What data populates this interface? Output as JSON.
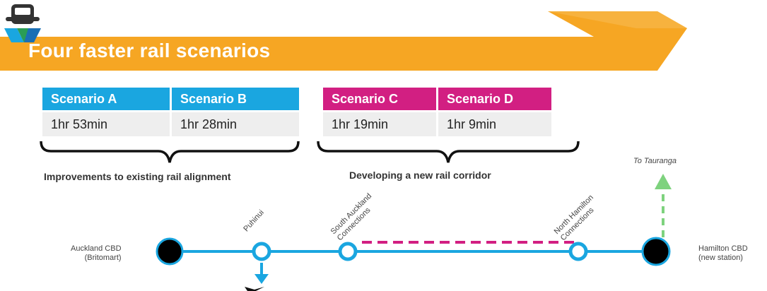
{
  "title": "Four faster rail scenarios",
  "logo_icon": "train-icon",
  "colors": {
    "banner": "#f6a623",
    "scenario_ab": "#1aa6e0",
    "scenario_cd": "#d21f82",
    "rail_line": "#1aa6e0",
    "new_corridor": "#d21f82",
    "tauranga_arrow": "#7ed27e"
  },
  "scenarios": [
    {
      "name": "Scenario A",
      "time": "1hr 53min"
    },
    {
      "name": "Scenario B",
      "time": "1hr 28min"
    },
    {
      "name": "Scenario C",
      "time": "1hr 19min"
    },
    {
      "name": "Scenario D",
      "time": "1hr 9min"
    }
  ],
  "groups": {
    "existing": "Improvements to existing rail alignment",
    "new": "Developing a new rail corridor"
  },
  "stations": {
    "auckland_line1": "Auckland CBD",
    "auckland_line2": "(Britomart)",
    "puhinui": "Puhinui",
    "south_auckland_line1": "South Auckland",
    "south_auckland_line2": "Connections",
    "north_hamilton_line1": "North Hamilton",
    "north_hamilton_line2": "Connections",
    "hamilton_line1": "Hamilton CBD",
    "hamilton_line2": "(new station)"
  },
  "to_tauranga": "To Tauranga"
}
